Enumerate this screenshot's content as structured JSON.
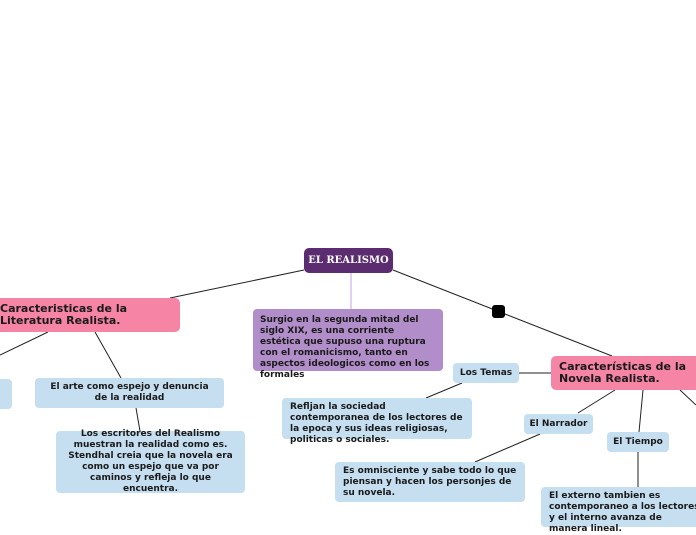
{
  "root": {
    "label": "EL REALISMO"
  },
  "branches": {
    "literatura": {
      "label": "Caracteristicas de la Literatura Realista."
    },
    "novela": {
      "label": "Características de la Novela Realista."
    }
  },
  "nodes": {
    "surgio": {
      "text": "Surgio en la segunda mitad del siglo XIX, es una corriente estética que supuso una ruptura con el romanicismo, tanto en aspectos ideologicos como en los formales"
    },
    "arte": {
      "text": "El arte como espejo y denuncia de la realidad"
    },
    "escritores": {
      "text": "Los escritores del Realismo muestran la realidad como es. Stendhal creia que la novela era como un espejo que va por caminos y refleja lo que encuentra."
    },
    "temas": {
      "text": "Los Temas"
    },
    "reflejan": {
      "text": "Refljan la sociedad contemporanea de los lectores de la epoca y sus ideas religiosas, politicas o sociales."
    },
    "narrador": {
      "text": "El Narrador"
    },
    "omnisciente": {
      "text": "Es omnisciente y sabe todo lo que piensan y hacen los personjes de su novela."
    },
    "tiempo": {
      "text": "El Tiempo"
    },
    "externo": {
      "text": "El externo tambien es contemporaneo a los lectores y el interno avanza de manera lineal."
    }
  },
  "colors": {
    "root": "#5b2c6f",
    "branch": "#f584a5",
    "note": "#b18ec9",
    "leaf": "#c5def0",
    "line": "#222222",
    "root_line": "#c9a0dc"
  }
}
